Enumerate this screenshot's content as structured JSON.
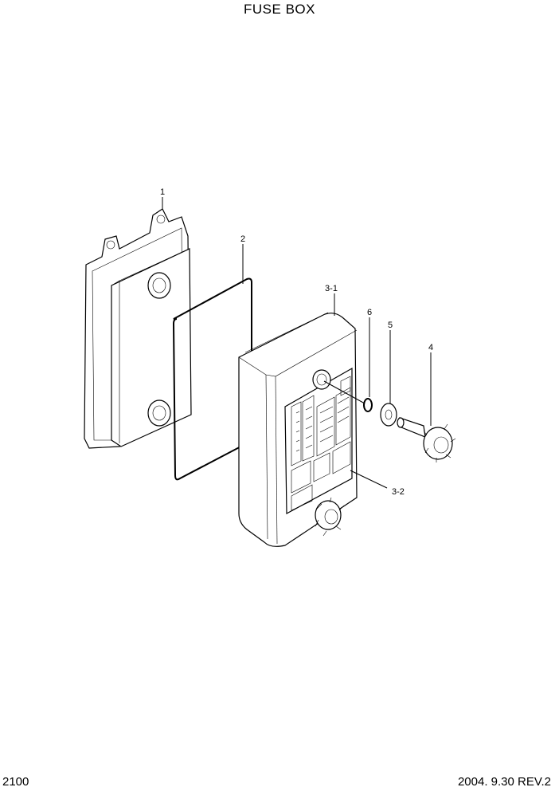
{
  "title": "FUSE BOX",
  "page_number": "2100",
  "revision": "2004. 9.30 REV.2",
  "callouts": [
    {
      "id": "1",
      "label": "1"
    },
    {
      "id": "2",
      "label": "2"
    },
    {
      "id": "3-1",
      "label": "3-1"
    },
    {
      "id": "6",
      "label": "6"
    },
    {
      "id": "5",
      "label": "5"
    },
    {
      "id": "4",
      "label": "4"
    },
    {
      "id": "3-2",
      "label": "3-2"
    }
  ]
}
